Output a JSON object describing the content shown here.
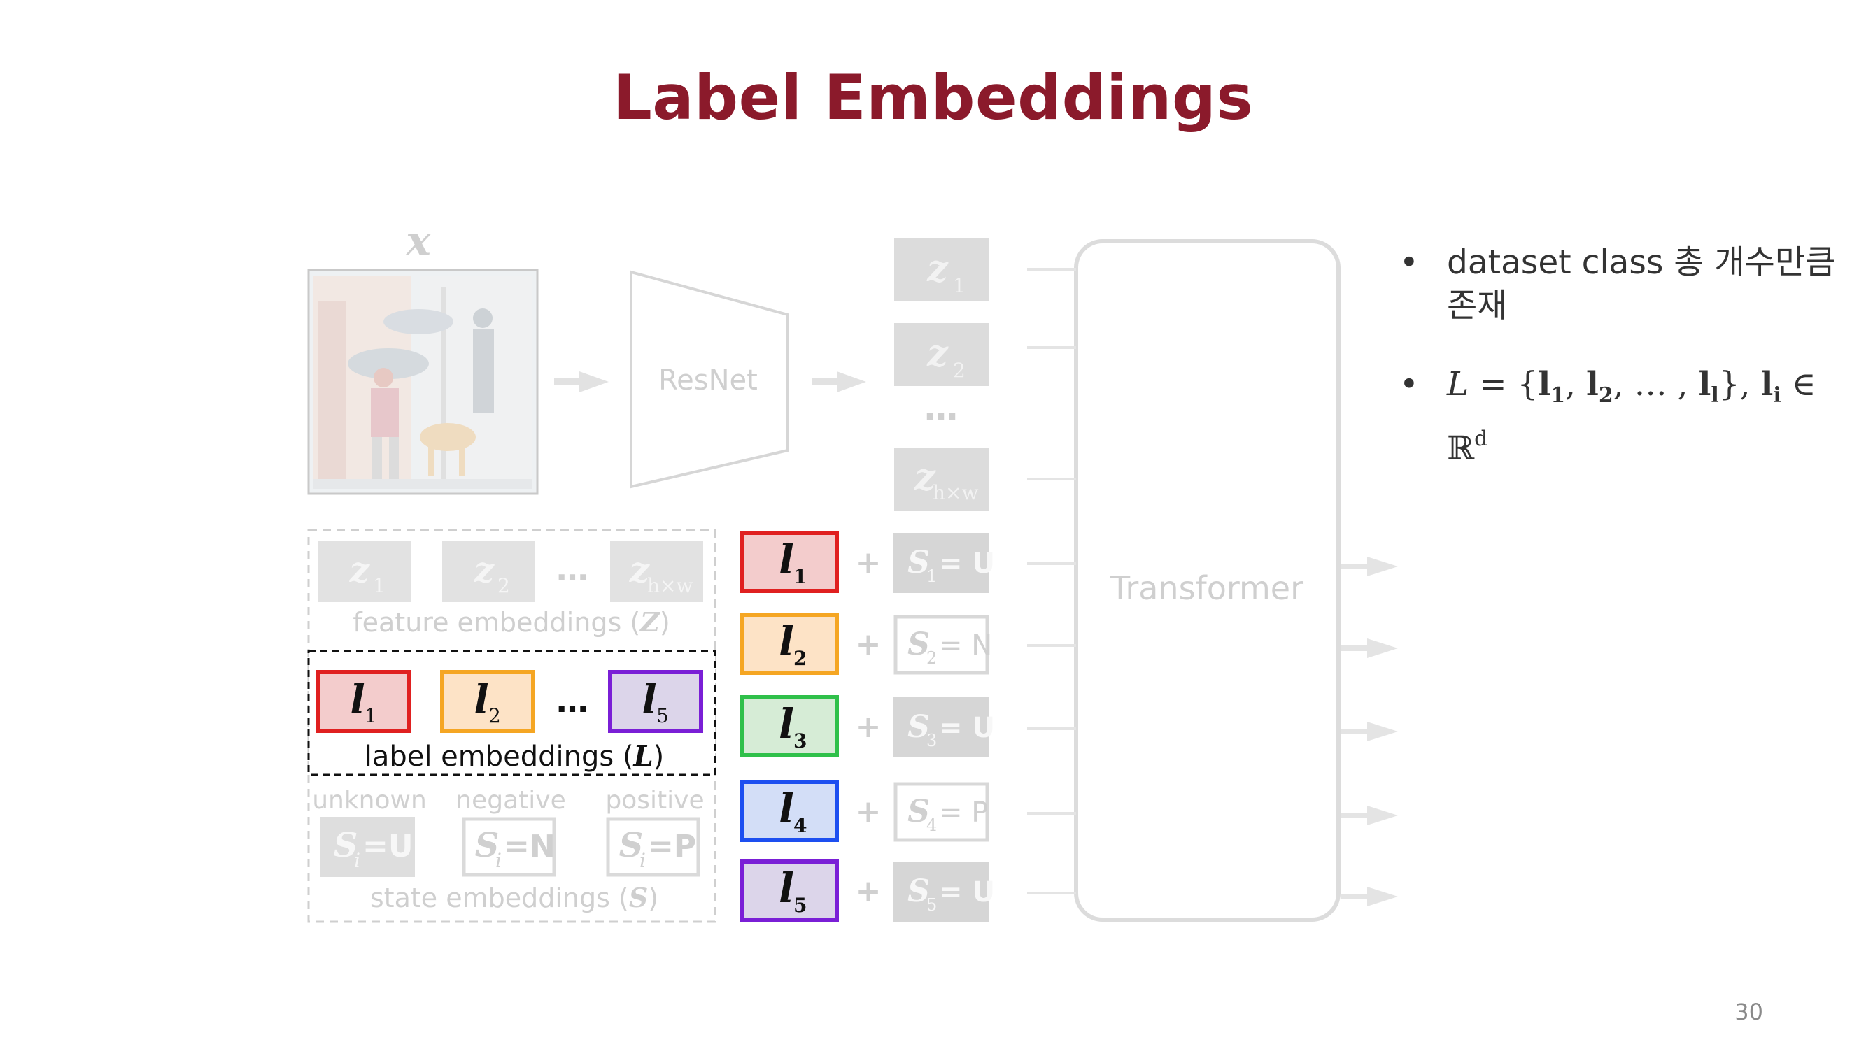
{
  "title": "Label Embeddings",
  "page_number": "30",
  "bullets": {
    "first": "dataset class 총 개수만큼 존재",
    "second_symbol": "L",
    "second_set": [
      "l",
      "1",
      "l",
      "2",
      "l",
      "l"
    ],
    "second_space": "ℝ",
    "second_dim": "d"
  },
  "diagram": {
    "input_symbol": "x",
    "resnet_label": "ResNet",
    "transformer_label": "Transformer",
    "z_tokens": [
      {
        "sym": "z",
        "sub": "1"
      },
      {
        "sym": "z",
        "sub": "2"
      },
      {
        "sym": "z",
        "sub": "h×w"
      }
    ],
    "ellipsis": "…",
    "feature_caption": "feature embeddings (",
    "feature_symbol": "Z",
    "label_caption": "label embeddings (",
    "label_symbol": "L",
    "state_caption": "state embeddings (",
    "state_symbol": "S",
    "close_paren": ")",
    "label_palette": [
      {
        "sub": "1",
        "fill": "#f3cccc",
        "stroke": "#e02020"
      },
      {
        "sub": "2",
        "fill": "#fde3c6",
        "stroke": "#f5a623"
      },
      {
        "sub": "5",
        "fill": "#dcd5ea",
        "stroke": "#7a1fd6"
      }
    ],
    "state_types": [
      {
        "heading": "unknown",
        "value": "U",
        "filled": true
      },
      {
        "heading": "negative",
        "value": "N",
        "filled": false
      },
      {
        "heading": "positive",
        "value": "P",
        "filled": false
      }
    ],
    "state_sym": "S",
    "state_index": "i",
    "label_rows": [
      {
        "sub": "1",
        "fill": "#f3cccc",
        "stroke": "#e02020",
        "state": "U",
        "filled": true
      },
      {
        "sub": "2",
        "fill": "#fde3c6",
        "stroke": "#f5a623",
        "state": "N",
        "filled": false
      },
      {
        "sub": "3",
        "fill": "#d6ecd6",
        "stroke": "#2fc04a",
        "state": "U",
        "filled": true
      },
      {
        "sub": "4",
        "fill": "#d3def7",
        "stroke": "#1d4ff0",
        "state": "P",
        "filled": false
      },
      {
        "sub": "5",
        "fill": "#dcd5ea",
        "stroke": "#7a1fd6",
        "state": "U",
        "filled": true
      }
    ],
    "label_sym": "l",
    "plus": "+"
  },
  "colors": {
    "title": "#8b1a2b",
    "faded": "#d4d4d4",
    "faded_text": "#c8c8c8",
    "faded_dark": "#bdbdbd"
  }
}
